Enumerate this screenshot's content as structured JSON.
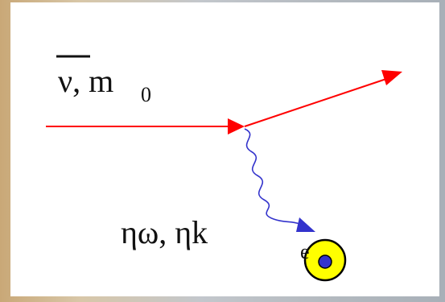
{
  "diagram": {
    "incoming_label": "ν, m",
    "incoming_subscript": "0",
    "exchange_label": "ηω, ηk",
    "electron_label": "e",
    "colors": {
      "neutrino_line": "#ff0000",
      "photon_line": "#3333cc",
      "electron_fill": "#ffff00",
      "electron_core": "#3333cc",
      "electron_outline": "#000000",
      "text": "#111111"
    }
  }
}
